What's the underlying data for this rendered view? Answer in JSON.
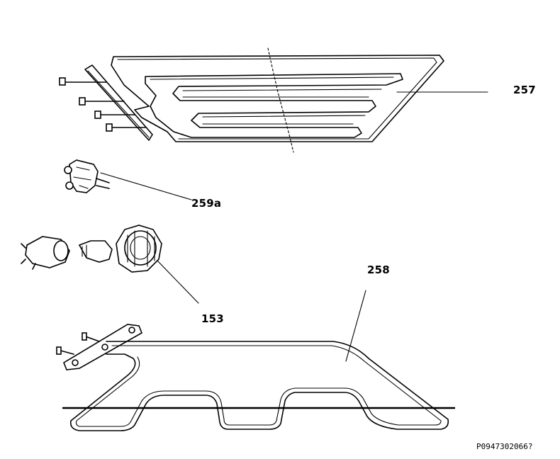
{
  "parts": {
    "top_element": {
      "label": "257"
    },
    "thermostat_sensor": {
      "label": "259a"
    },
    "lamp_knob": {
      "label": "153"
    },
    "bottom_element": {
      "label": "258"
    }
  },
  "drawing_code": "P0947302066?"
}
